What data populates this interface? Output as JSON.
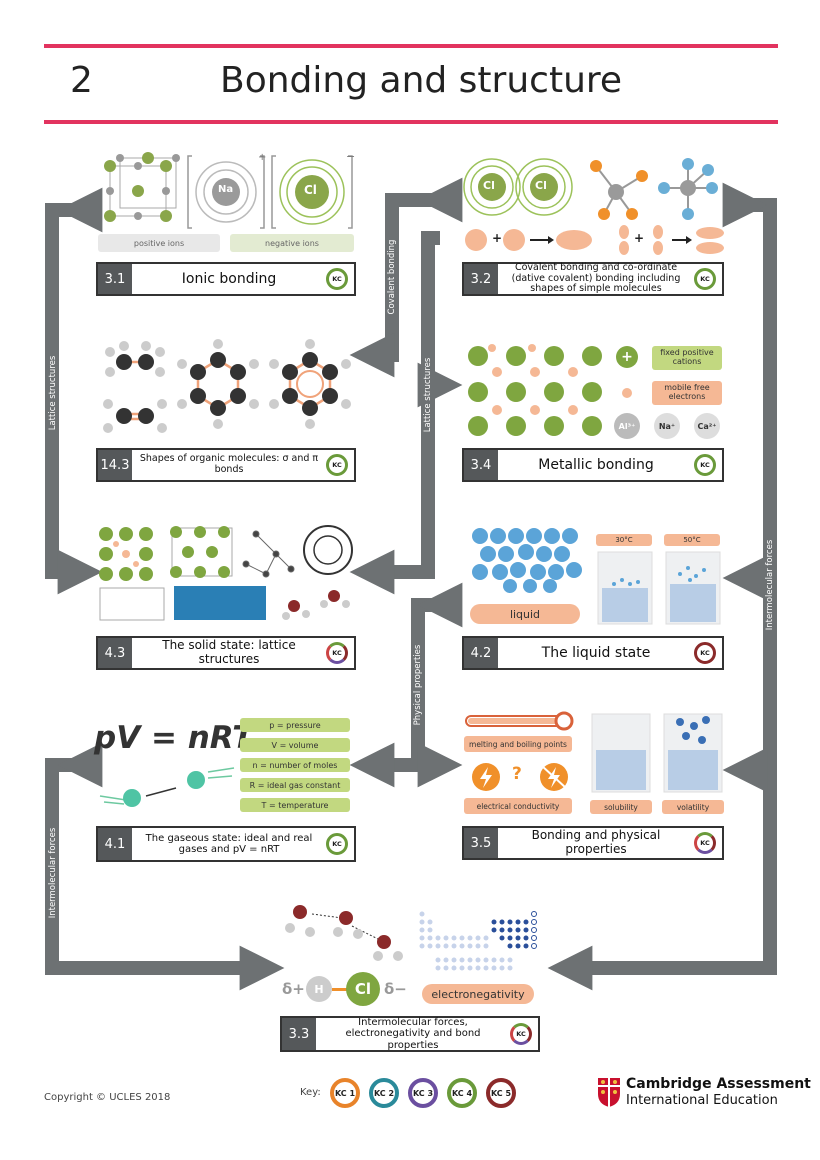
{
  "header": {
    "chapter_number": "2",
    "chapter_title": "Bonding and structure"
  },
  "topics": [
    {
      "number": "3.1",
      "title": "Ionic bonding",
      "badge": "KC"
    },
    {
      "number": "3.2",
      "title": "Covalent bonding and co-ordinate (dative covalent) bonding including shapes of simple molecules",
      "badge": "KC"
    },
    {
      "number": "14.3",
      "title": "Shapes of organic molecules: σ and π bonds",
      "badge": "KC"
    },
    {
      "number": "3.4",
      "title": "Metallic bonding",
      "badge": "KC"
    },
    {
      "number": "4.3",
      "title": "The solid state: lattice structures",
      "badge": "KC"
    },
    {
      "number": "4.2",
      "title": "The liquid state",
      "badge": "KC"
    },
    {
      "number": "4.1",
      "title": "The gaseous state: ideal and real gases and pV = nRT",
      "badge": "KC"
    },
    {
      "number": "3.5",
      "title": "Bonding and physical properties",
      "badge": "KC"
    },
    {
      "number": "3.3",
      "title": "Intermolecular forces, electronegativity and bond properties",
      "badge": "KC"
    }
  ],
  "ionic": {
    "positive_label": "positive ions",
    "negative_label": "negative ions",
    "na": "Na",
    "cl": "Cl",
    "plus": "+",
    "minus": "−"
  },
  "covalent": {
    "cl1": "Cl",
    "cl2": "Cl",
    "plus": "+"
  },
  "metallic": {
    "fixed": "fixed positive cations",
    "mobile": "mobile free electrons",
    "al": "Al³⁺",
    "na": "Na⁺",
    "ca": "Ca²⁺"
  },
  "liquid": {
    "label": "liquid",
    "temp1": "30°C",
    "temp2": "50°C"
  },
  "gas": {
    "equation": "pV = nRT",
    "legend": [
      "p = pressure",
      "V = volume",
      "n = number of moles",
      "R = ideal gas constant",
      "T = temperature"
    ]
  },
  "physical": {
    "melting": "melting and boiling points",
    "conductivity": "electrical conductivity",
    "solubility": "solubility",
    "volatility": "volatility",
    "question": "?"
  },
  "intermolecular": {
    "delta_plus": "δ+",
    "delta_minus": "δ−",
    "h": "H",
    "cl": "Cl",
    "electronegativity": "electronegativity"
  },
  "connectors": {
    "lattice_left": "Lattice structures",
    "covalent": "Covalent bonding",
    "lattice_mid": "Lattice structures",
    "intermolecular_right": "Intermolecular forces",
    "physical": "Physical properties",
    "intermolecular_left": "Intermolecular forces"
  },
  "footer": {
    "copyright": "Copyright © UCLES 2018",
    "key_label": "Key:",
    "keys": [
      {
        "label": "KC 1",
        "color": "#e8832a"
      },
      {
        "label": "KC 2",
        "color": "#2a8a9a"
      },
      {
        "label": "KC 3",
        "color": "#6b4fa0"
      },
      {
        "label": "KC 4",
        "color": "#6a9a3a"
      },
      {
        "label": "KC 5",
        "color": "#8b2a2a"
      }
    ],
    "brand_line1": "Cambridge Assessment",
    "brand_line2": "International Education"
  }
}
